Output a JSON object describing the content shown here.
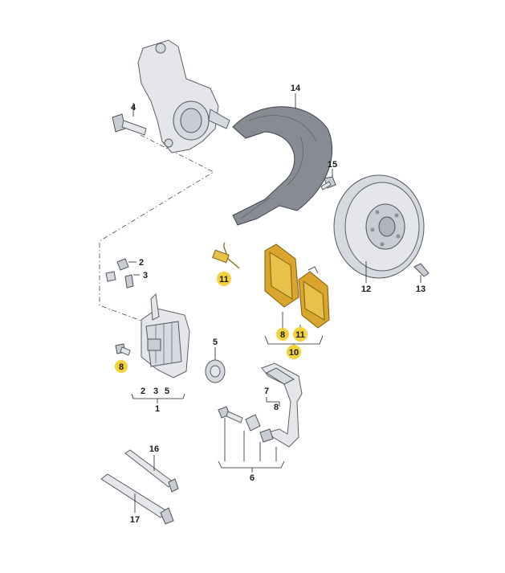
{
  "diagram": {
    "callouts": {
      "c1": "1",
      "c2": "2",
      "c3": "3",
      "c4": "4",
      "c5": "5",
      "c6": "6",
      "c7": "7",
      "c8": "8",
      "c10": "10",
      "c11": "11",
      "c12": "12",
      "c13": "13",
      "c14": "14",
      "c15": "15",
      "c16": "16",
      "c17": "17",
      "g1_2": "2",
      "g1_3": "3",
      "g1_5": "5",
      "g6_7": "7",
      "g6_8": "8",
      "g10_8": "8",
      "g10_11": "11",
      "bolt8": "8",
      "sensor11": "11"
    },
    "highlight_color": "#f3d23c",
    "pad_color": "#e8c14a"
  }
}
